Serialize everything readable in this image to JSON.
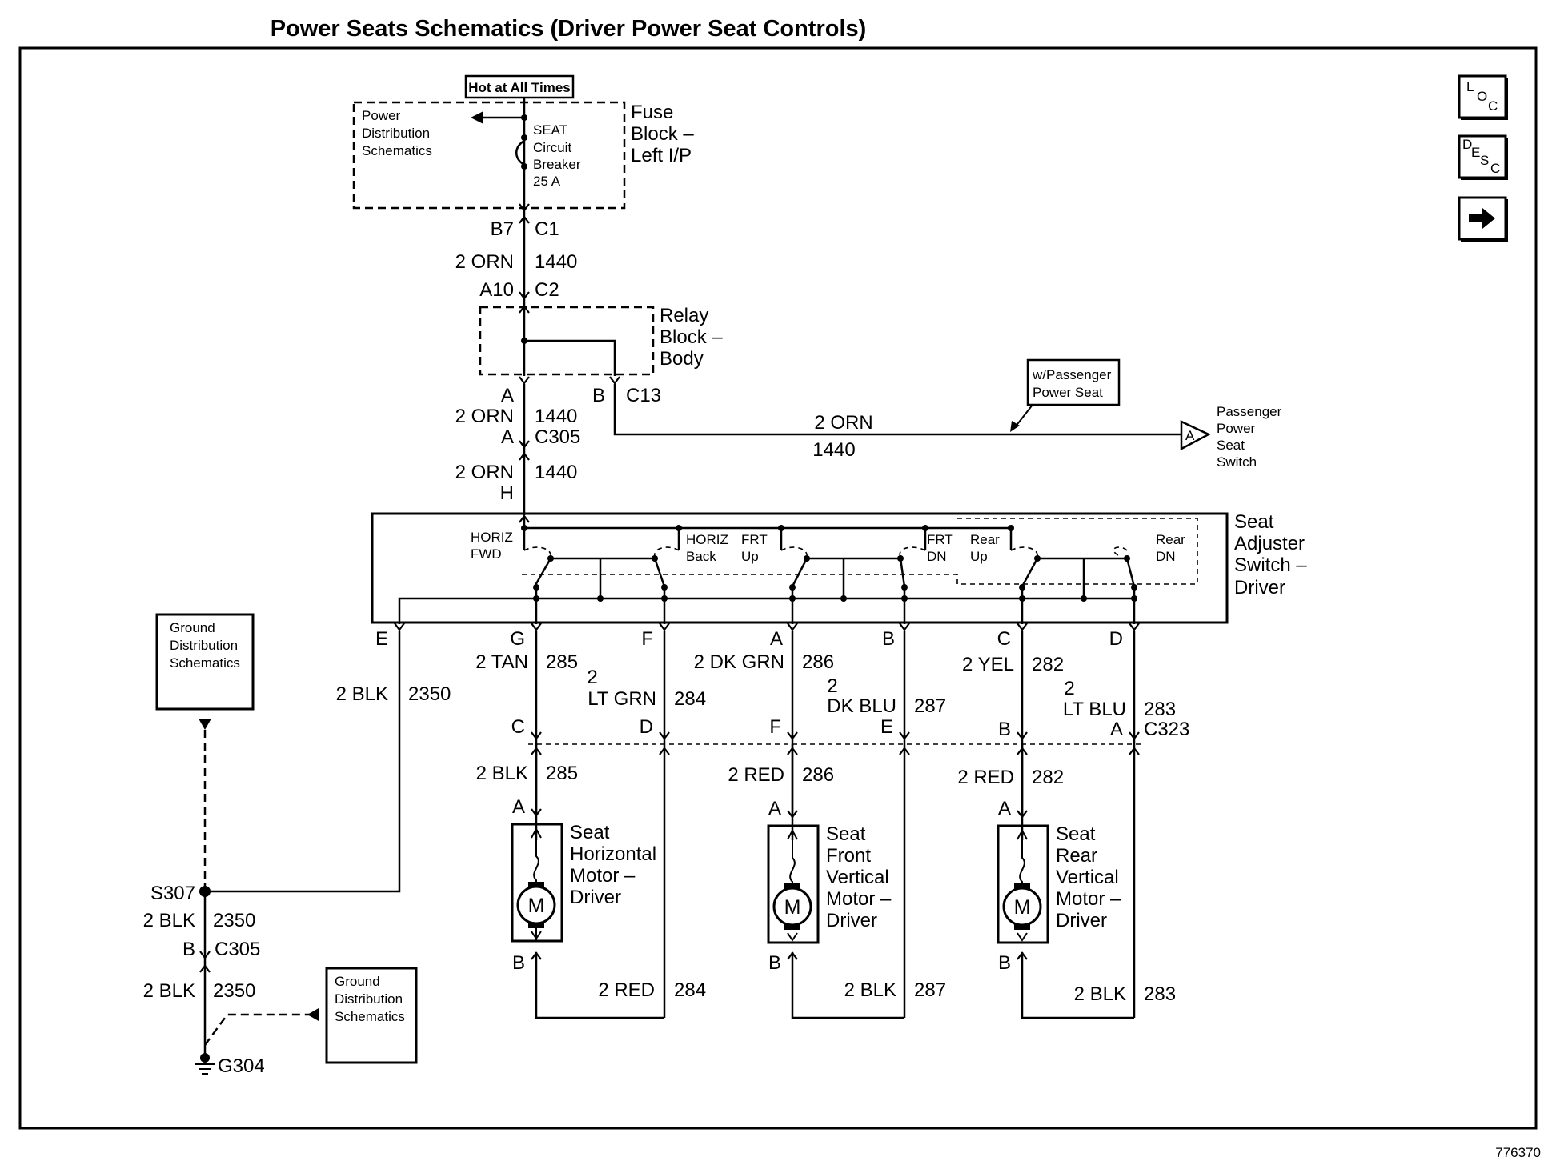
{
  "title": "Power Seats Schematics (Driver Power Seat Controls)",
  "figure_number": "776370",
  "nav": {
    "loc": [
      "L",
      "O",
      "C"
    ],
    "desc": [
      "D",
      "E",
      "S",
      "C"
    ],
    "next_icon": "right-arrow-icon"
  },
  "hot_at_all_times": "Hot at All Times",
  "fuse_block": {
    "name": [
      "Fuse",
      "Block –",
      "Left I/P"
    ],
    "power_ref": [
      "Power",
      "Distribution",
      "Schematics"
    ],
    "breaker": [
      "SEAT",
      "Circuit",
      "Breaker",
      "25 A"
    ]
  },
  "relay_block": {
    "name": [
      "Relay",
      "Block –",
      "Body"
    ]
  },
  "feed": {
    "b7": "B7",
    "c1": "C1",
    "wire1_color": "2 ORN",
    "wire1_num": "1440",
    "a10": "A10",
    "c2": "C2",
    "a": "A",
    "b": "B",
    "c13": "C13",
    "wire2_color": "2 ORN",
    "wire2_num": "1440",
    "a2": "A",
    "c305": "C305",
    "wire3_color": "2 ORN",
    "wire3_num": "1440",
    "h": "H"
  },
  "passenger": {
    "option": [
      "w/Passenger",
      "Power Seat"
    ],
    "wire_color": "2 ORN",
    "wire_num": "1440",
    "pin": "A",
    "dest": [
      "Passenger",
      "Power",
      "Seat",
      "Switch"
    ]
  },
  "switch": {
    "name": [
      "Seat",
      "Adjuster",
      "Switch –",
      "Driver"
    ],
    "labels": {
      "horiz_fwd": [
        "HORIZ",
        "FWD"
      ],
      "horiz_back": [
        "HORIZ",
        "Back"
      ],
      "frt_up": [
        "FRT",
        "Up"
      ],
      "frt_dn": [
        "FRT",
        "DN"
      ],
      "rear_up": [
        "Rear",
        "Up"
      ],
      "rear_dn": [
        "Rear",
        "DN"
      ]
    },
    "pins": {
      "e": "E",
      "g": "G",
      "f": "F",
      "a": "A",
      "b": "B",
      "c": "C",
      "d": "D"
    }
  },
  "ground_refs": {
    "upper": [
      "Ground",
      "Distribution",
      "Schematics"
    ],
    "lower": [
      "Ground",
      "Distribution",
      "Schematics"
    ]
  },
  "ground_circuit": {
    "wire_color": "2 BLK",
    "wire_num": "2350",
    "splice": "S307",
    "w2_color": "2 BLK",
    "w2_num": "2350",
    "pin_b": "B",
    "c305": "C305",
    "w3_color": "2 BLK",
    "w3_num": "2350",
    "ground": "G304"
  },
  "upper_wires": {
    "tan_color": "2 TAN",
    "tan_num": "285",
    "ltgrn_color": [
      "2",
      "LT GRN"
    ],
    "ltgrn_num": "284",
    "dkgrn_color": "2 DK GRN",
    "dkgrn_num": "286",
    "dkblu_color": [
      "2",
      "DK BLU"
    ],
    "dkblu_num": "287",
    "yel_color": "2 YEL",
    "yel_num": "282",
    "ltblu_color": [
      "2",
      "LT BLU"
    ],
    "ltblu_num": "283"
  },
  "c323": {
    "c": "C",
    "d": "D",
    "f": "F",
    "e": "E",
    "b": "B",
    "a": "A",
    "name": "C323"
  },
  "lower_wires": {
    "blk_color": "2 BLK",
    "blk_num": "285",
    "red1_color": "2 RED",
    "red1_num": "286",
    "red2_color": "2 RED",
    "red2_num": "282"
  },
  "motors": [
    {
      "name": [
        "Seat",
        "Horizontal",
        "Motor –",
        "Driver"
      ],
      "pin_a": "A",
      "pin_b": "B",
      "m": "M",
      "ret_color": "2 RED",
      "ret_num": "284"
    },
    {
      "name": [
        "Seat",
        "Front",
        "Vertical",
        "Motor –",
        "Driver"
      ],
      "pin_a": "A",
      "pin_b": "B",
      "m": "M",
      "ret_color": "2 BLK",
      "ret_num": "287"
    },
    {
      "name": [
        "Seat",
        "Rear",
        "Vertical",
        "Motor –",
        "Driver"
      ],
      "pin_a": "A",
      "pin_b": "B",
      "m": "M",
      "ret_color": "2 BLK",
      "ret_num": "283"
    }
  ]
}
